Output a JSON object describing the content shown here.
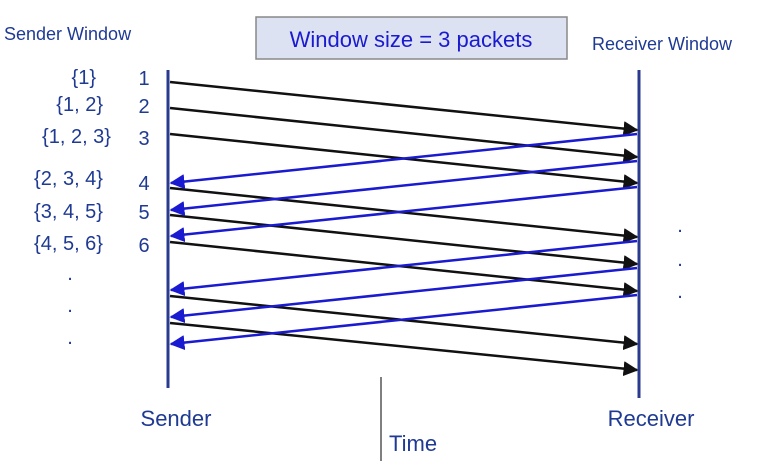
{
  "header": {
    "sender_window_label": "Sender Window",
    "window_size_label": "Window size = 3 packets",
    "receiver_window_label": "Receiver Window"
  },
  "sender_windows": [
    "{1}",
    "{1, 2}",
    "{1, 2, 3}",
    "{2, 3, 4}",
    "{3, 4, 5}",
    "{4, 5, 6}",
    ".",
    ".",
    "."
  ],
  "packet_numbers": [
    "1",
    "2",
    "3",
    "4",
    "5",
    "6"
  ],
  "receiver_dots": [
    ".",
    ".",
    "."
  ],
  "footer": {
    "sender_label": "Sender",
    "receiver_label": "Receiver",
    "time_label": "Time"
  },
  "colors": {
    "label_blue": "#1f3a93",
    "data_arrow": "#111111",
    "ack_arrow": "#1a1ad0",
    "box_fill": "#dde2f3",
    "box_border": "#888888",
    "timeline": "#2a3b8f"
  }
}
